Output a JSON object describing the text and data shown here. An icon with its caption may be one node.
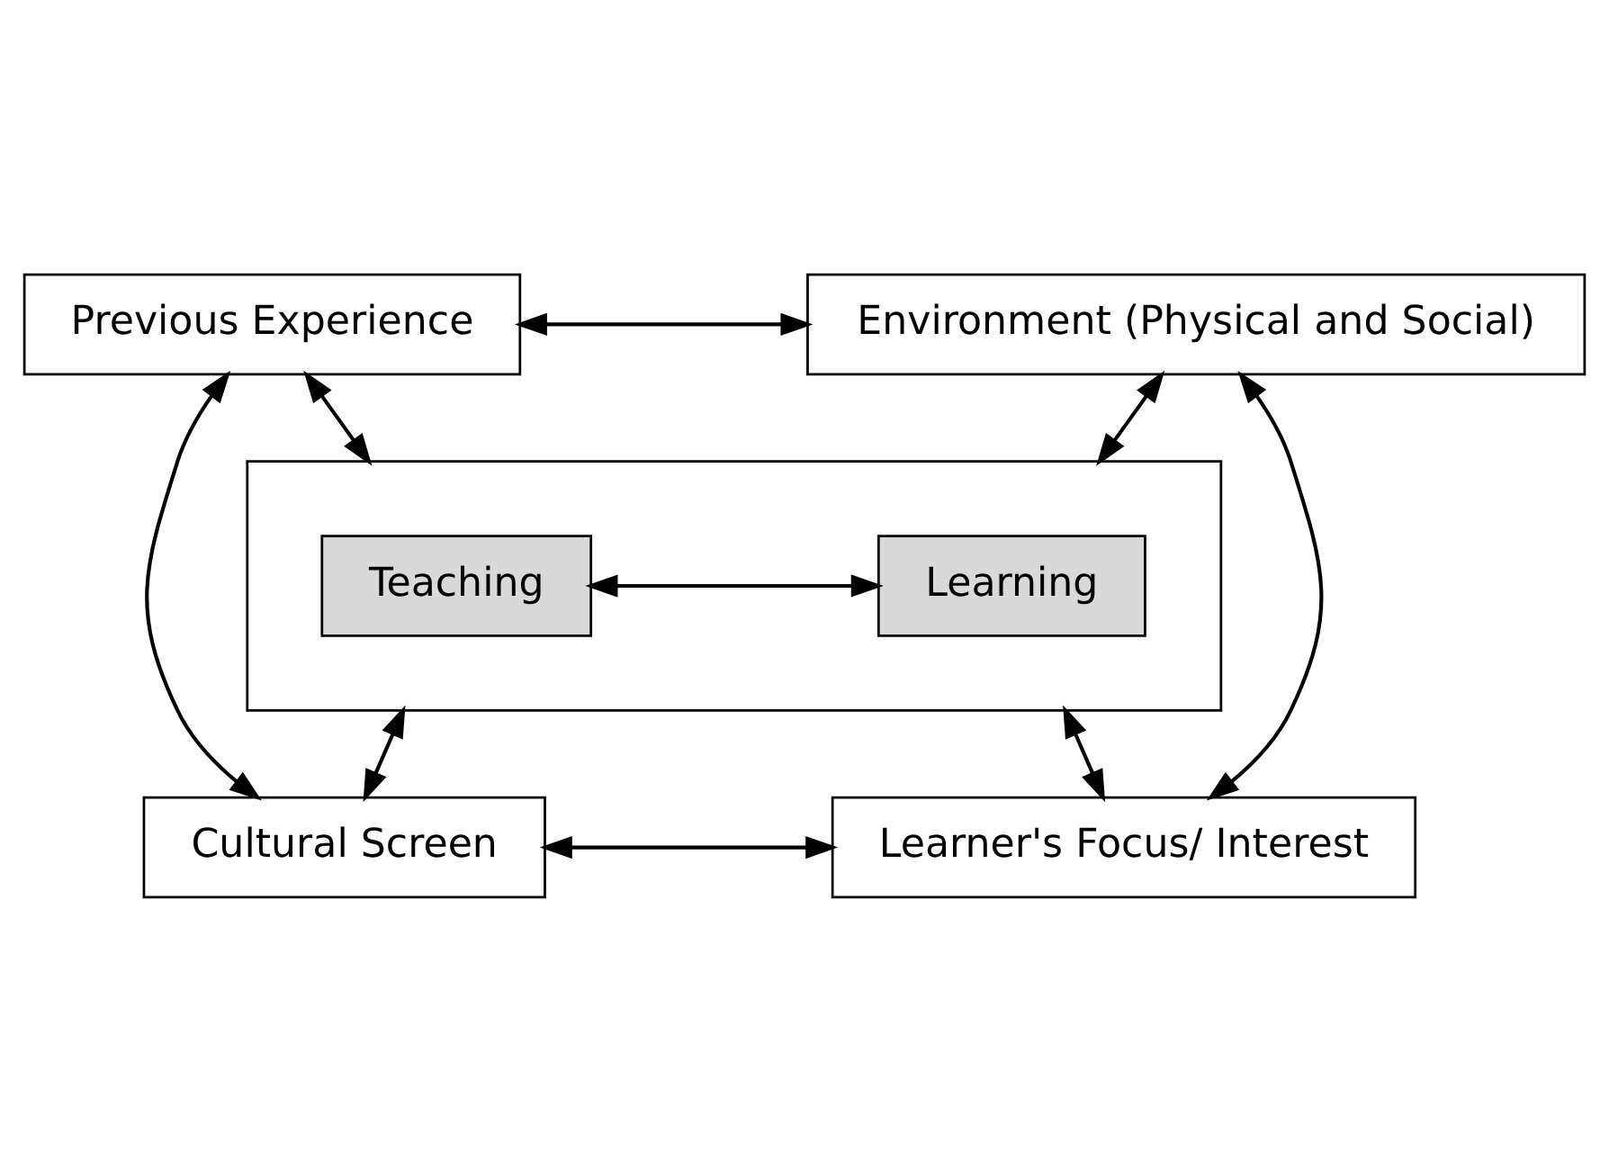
{
  "diagram": {
    "nodes": [
      {
        "text": [
          "Previous Experience"
        ]
      },
      {
        "text": [
          "Environment (Physical and Social)"
        ]
      },
      {
        "text": [],
        "shape": "box"
      },
      {
        "text": [
          "Teaching"
        ],
        "in": 2
      },
      {
        "text": [
          "Learning"
        ],
        "in": 2
      },
      {
        "text": [
          "Cultural Screen"
        ]
      },
      {
        "text": [
          "Learner's Focus/ Interest"
        ]
      }
    ],
    "edges": [
      {
        "from": 0,
        "to": 1,
        "arrow": "both"
      },
      {
        "from": 0,
        "to": 2,
        "arrow": "both"
      },
      {
        "from": 1,
        "to": 2,
        "arrow": "both"
      },
      {
        "from": 0,
        "to": 5,
        "arrow": "both"
      },
      {
        "from": 1,
        "to": 6,
        "arrow": "both"
      },
      {
        "from": 3,
        "to": 4,
        "arrow": "both"
      },
      {
        "from": 5,
        "to": 2,
        "arrow": "both"
      },
      {
        "from": 6,
        "to": 2,
        "arrow": "both"
      },
      {
        "from": 5,
        "to": 6,
        "arrow": "both"
      }
    ]
  }
}
